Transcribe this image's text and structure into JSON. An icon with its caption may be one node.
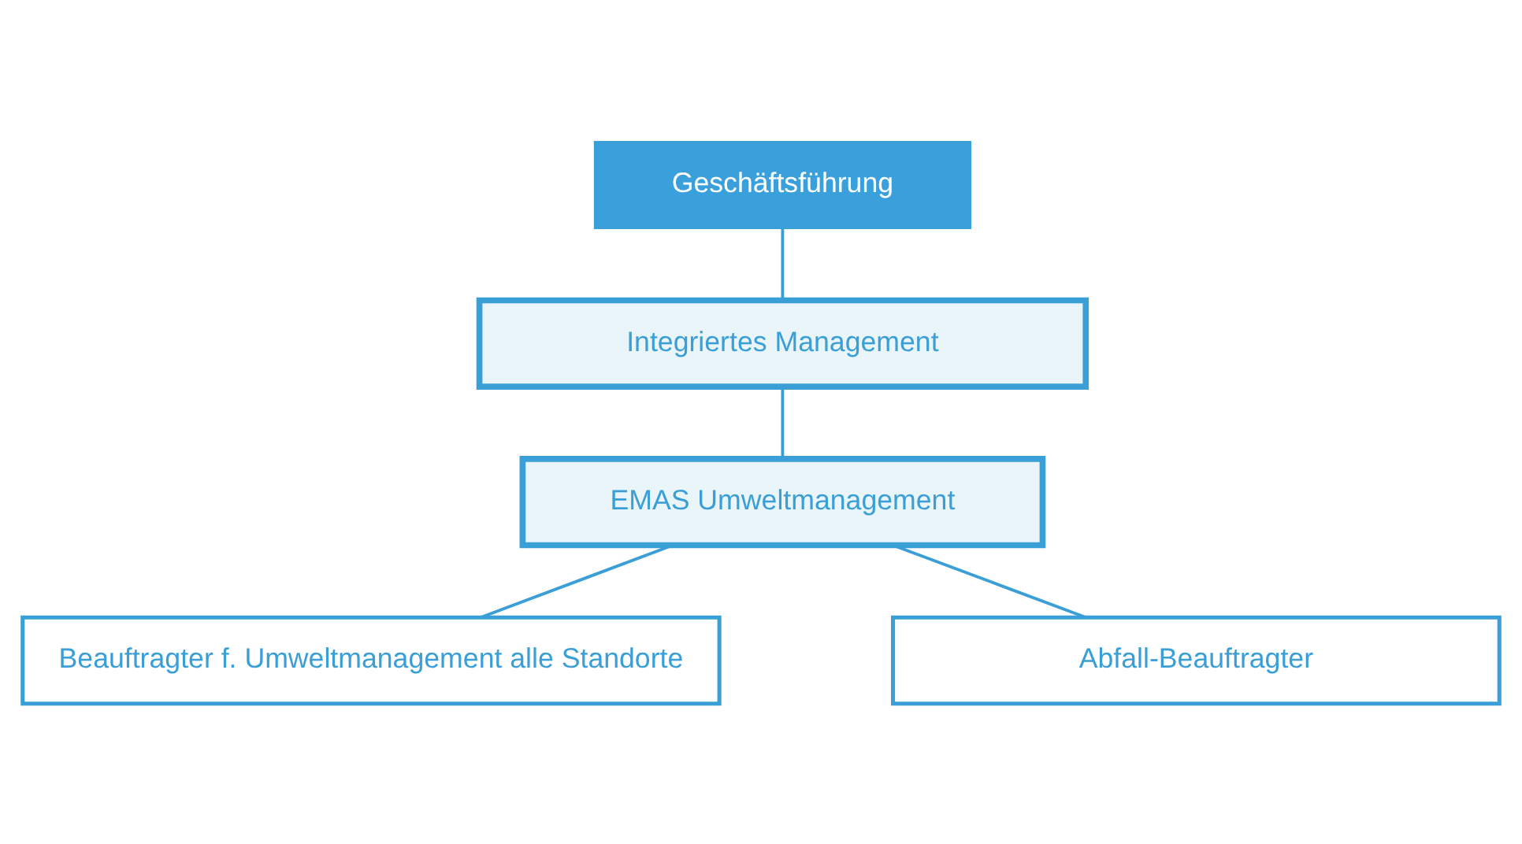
{
  "diagram": {
    "nodes": [
      {
        "text": [
          "Geschäftsführung"
        ]
      },
      {
        "text": [
          "Integriertes Management"
        ]
      },
      {
        "text": [
          "EMAS Umweltmanagement"
        ]
      },
      {
        "text": [
          "Beauftragter f. Umweltmanagement alle Standorte"
        ]
      },
      {
        "text": [
          "Abfall-Beauftragter"
        ]
      }
    ],
    "edges": [
      {
        "from": 0,
        "to": 1,
        "arrow": "none"
      },
      {
        "from": 1,
        "to": 2,
        "arrow": "none"
      },
      {
        "from": 2,
        "to": 3,
        "arrow": "none"
      },
      {
        "from": 2,
        "to": 4,
        "arrow": "none"
      }
    ]
  }
}
